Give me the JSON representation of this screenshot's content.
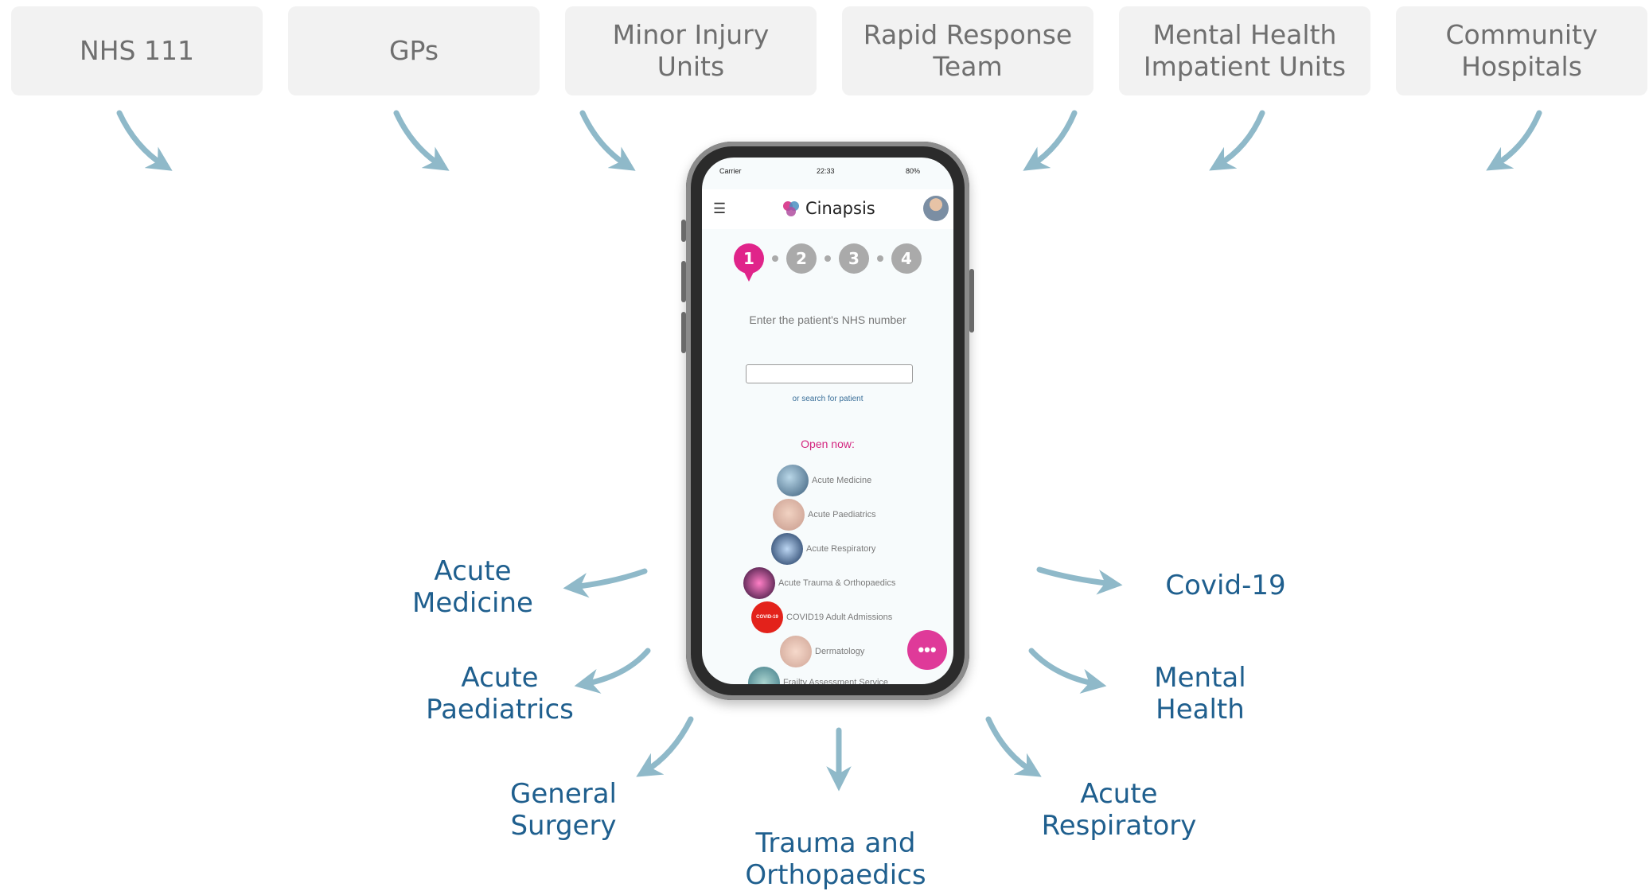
{
  "sources": [
    "NHS 111",
    "GPs",
    "Minor Injury\nUnits",
    "Rapid Response\nTeam",
    "Mental Health\nImpatient Units",
    "Community\nHospitals"
  ],
  "destinations": {
    "acute_medicine": "Acute\nMedicine",
    "acute_paediatrics": "Acute\nPaediatrics",
    "general_surgery": "General\nSurgery",
    "trauma_orthopaedics": "Trauma and\nOrthopaedics",
    "acute_respiratory": "Acute\nRespiratory",
    "mental_health": "Mental\nHealth",
    "covid19": "Covid-19"
  },
  "colors": {
    "arrow": "#8fb9c9",
    "destination_text": "#1f5f8e",
    "box_bg": "#f2f2f2",
    "accent": "#e0248a"
  },
  "phone": {
    "status": {
      "carrier": "Carrier",
      "time": "22:33",
      "battery": "80%"
    },
    "app_name": "Cinapsis",
    "menu_icon": "hamburger-icon",
    "steps": [
      "1",
      "2",
      "3",
      "4"
    ],
    "active_step": 1,
    "prompt": "Enter the patient's NHS number",
    "search_link": "or search for patient",
    "open_now_label": "Open now:",
    "services": [
      "Acute Medicine",
      "Acute Paediatrics",
      "Acute Respiratory",
      "Acute Trauma & Orthopaedics",
      "COVID19 Adult Admissions",
      "Dermatology",
      "Frailty Assessment Service"
    ],
    "covid_badge": "COVID-19",
    "fab_label": "•••"
  }
}
